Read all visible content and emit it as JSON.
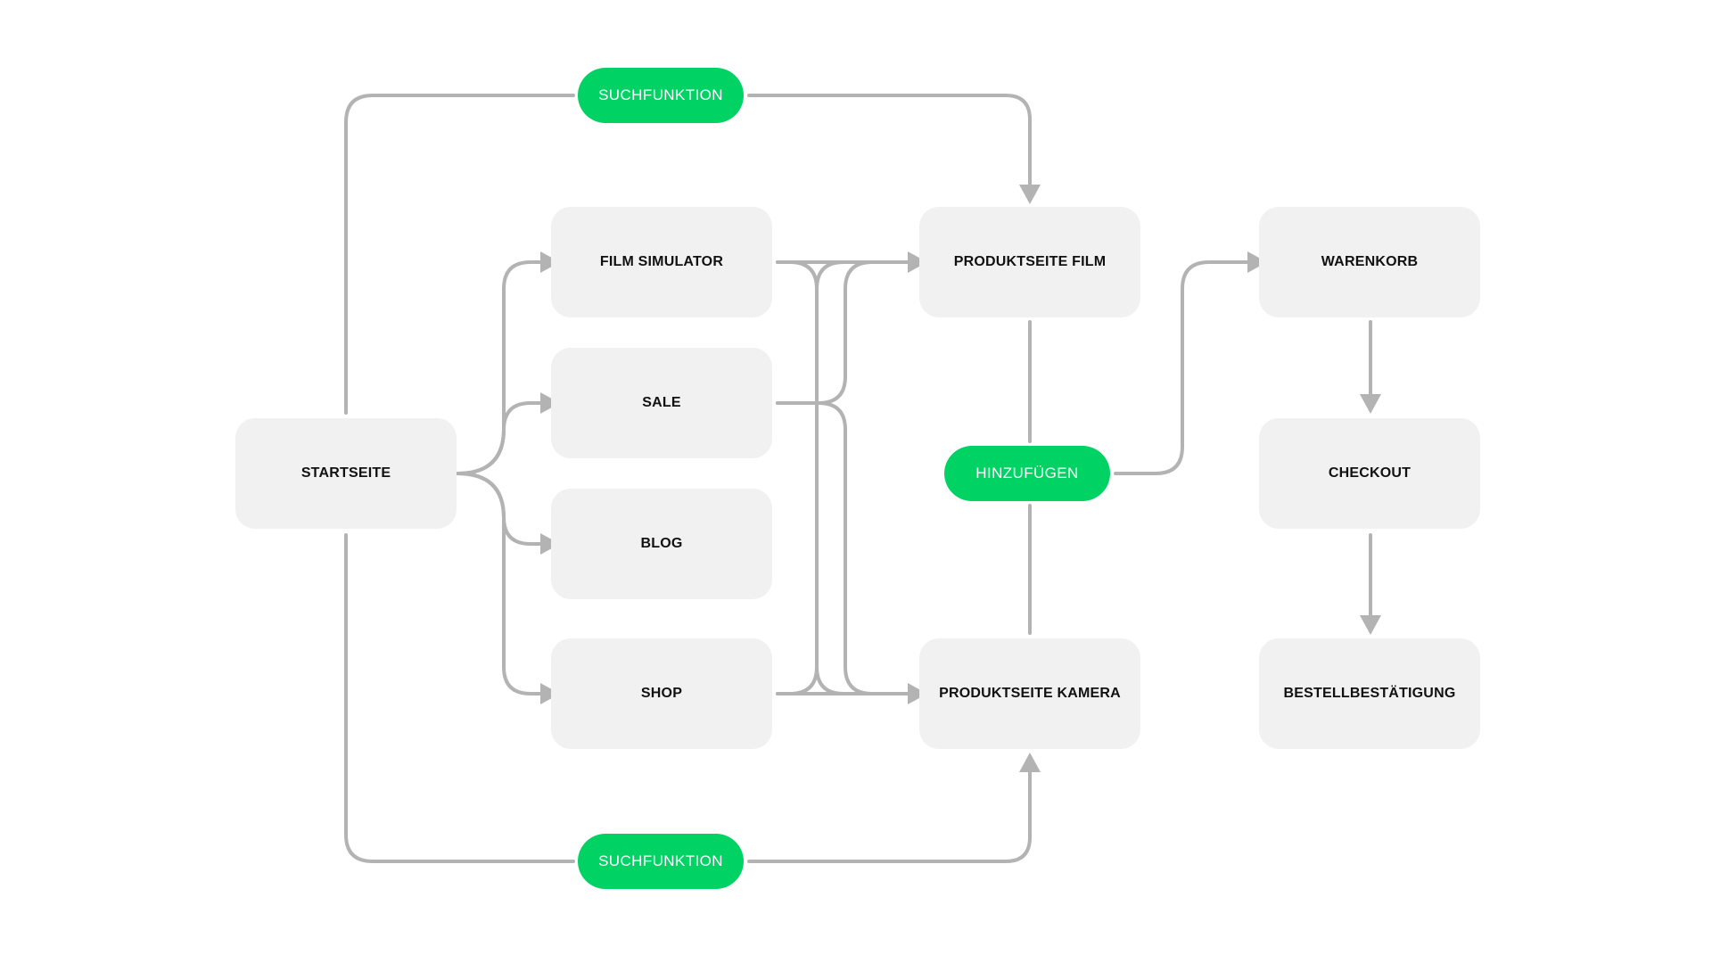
{
  "colors": {
    "box": "#f1f1f1",
    "pill": "#00d264",
    "pill_text": "#ffffff",
    "edge": "#b3b3b3",
    "text": "#111111"
  },
  "nodes": {
    "startseite": "STARTSEITE",
    "film_simulator": "FILM SIMULATOR",
    "sale": "SALE",
    "blog": "BLOG",
    "shop": "SHOP",
    "produktseite_film": "PRODUKTSEITE FILM",
    "produktseite_kamera": "PRODUKTSEITE KAMERA",
    "warenkorb": "WARENKORB",
    "checkout": "CHECKOUT",
    "bestellbestaetigung": "BESTELLBESTÄTIGUNG"
  },
  "actions": {
    "suchfunktion_top": "SUCHFUNKTION",
    "suchfunktion_bottom": "SUCHFUNKTION",
    "hinzufuegen": "HINZUFÜGEN"
  },
  "edges": [
    {
      "from": "startseite",
      "to": "suchfunktion_top"
    },
    {
      "from": "suchfunktion_top",
      "to": "produktseite_film"
    },
    {
      "from": "startseite",
      "to": "suchfunktion_bottom"
    },
    {
      "from": "suchfunktion_bottom",
      "to": "produktseite_kamera"
    },
    {
      "from": "startseite",
      "to": "film_simulator"
    },
    {
      "from": "startseite",
      "to": "sale"
    },
    {
      "from": "startseite",
      "to": "blog"
    },
    {
      "from": "startseite",
      "to": "shop"
    },
    {
      "from": "film_simulator",
      "to": "produktseite_film"
    },
    {
      "from": "sale",
      "to": "produktseite_film"
    },
    {
      "from": "shop",
      "to": "produktseite_film"
    },
    {
      "from": "film_simulator",
      "to": "produktseite_kamera"
    },
    {
      "from": "sale",
      "to": "produktseite_kamera"
    },
    {
      "from": "shop",
      "to": "produktseite_kamera"
    },
    {
      "from": "produktseite_film",
      "to": "hinzufuegen"
    },
    {
      "from": "produktseite_kamera",
      "to": "hinzufuegen"
    },
    {
      "from": "hinzufuegen",
      "to": "warenkorb"
    },
    {
      "from": "warenkorb",
      "to": "checkout"
    },
    {
      "from": "checkout",
      "to": "bestellbestaetigung"
    }
  ]
}
